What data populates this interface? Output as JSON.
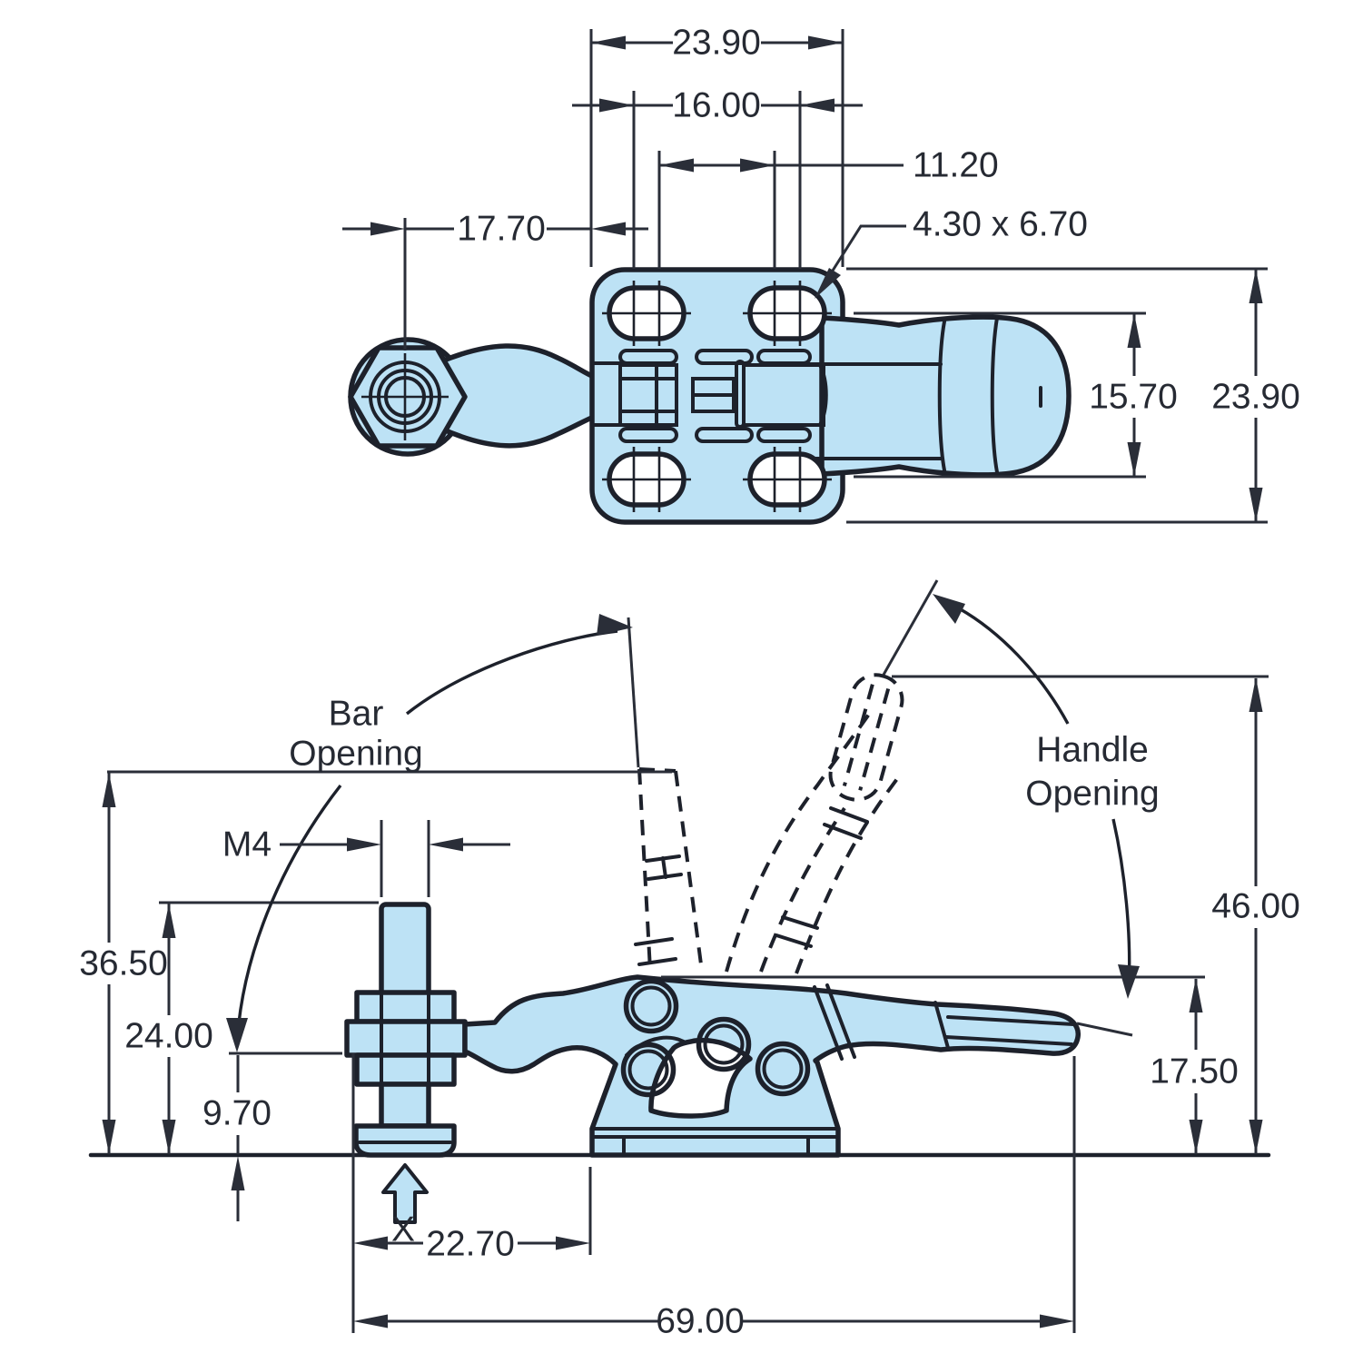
{
  "drawing": {
    "kind": "engineering dimension drawing",
    "subject": "horizontal toggle clamp, top view and side view",
    "colors": {
      "part_fill": "#BDE2F5",
      "line": "#1d212b",
      "dimension": "#2a2e38",
      "background": "#ffffff"
    }
  },
  "top_view": {
    "dim_width_overall": "23.90",
    "dim_hole_span_outer": "16.00",
    "dim_hole_span_inner": "11.20",
    "dim_slot_size": "4.30 x 6.70",
    "dim_spindle_offset": "17.70",
    "dim_grip_width": "15.70",
    "dim_plate_height": "23.90"
  },
  "side_view": {
    "label_bar_opening": [
      "Bar",
      "Opening"
    ],
    "label_handle_opening": [
      "Handle",
      "Opening"
    ],
    "dim_thread": "M4",
    "dim_open_bar_height": "36.50",
    "dim_spindle_top_height": "24.00",
    "dim_bar_underside_height": "9.70",
    "label_stroke": "X",
    "dim_spindle_to_base_edge": "22.70",
    "dim_overall_length": "69.00",
    "dim_open_handle_height": "46.00",
    "dim_closed_height": "17.50"
  }
}
